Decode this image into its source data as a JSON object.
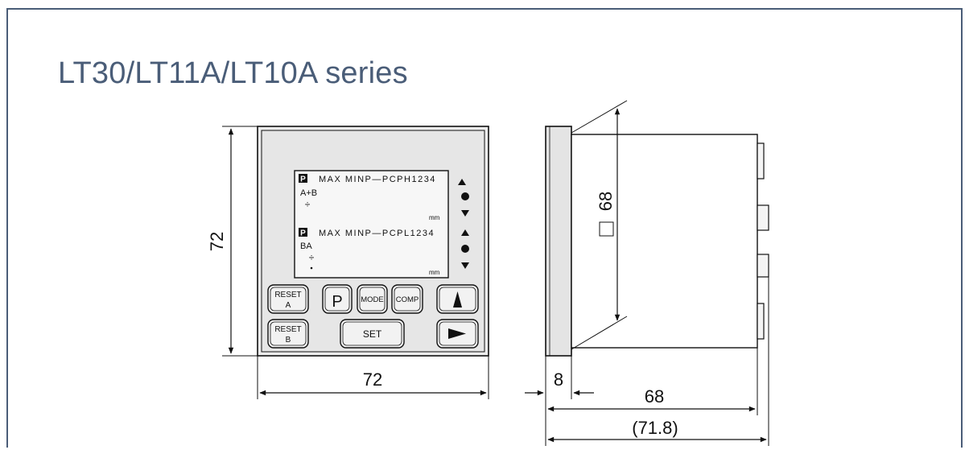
{
  "title": "LT30/LT11A/LT10A series",
  "front_view": {
    "height_label": "72",
    "width_label": "72",
    "display": {
      "row1_indicator": "P",
      "row1_text": "MAX MINP—PCPH1234",
      "row1_sub": "A+B",
      "row1_unit": "mm",
      "row2_indicator": "P",
      "row2_text": "MAX MINP—PCPL1234",
      "row2_sub": "BA",
      "row2_unit": "mm"
    },
    "buttons": {
      "reset_a_line1": "RESET",
      "reset_a_line2": "A",
      "reset_b_line1": "RESET",
      "reset_b_line2": "B",
      "p": "P",
      "mode": "MODE",
      "comp": "COMP",
      "set": "SET"
    }
  },
  "side_view": {
    "panel_cutout_label": "68",
    "bezel_depth_label": "8",
    "body_depth_label": "68",
    "total_depth_label": "(71.8)"
  }
}
